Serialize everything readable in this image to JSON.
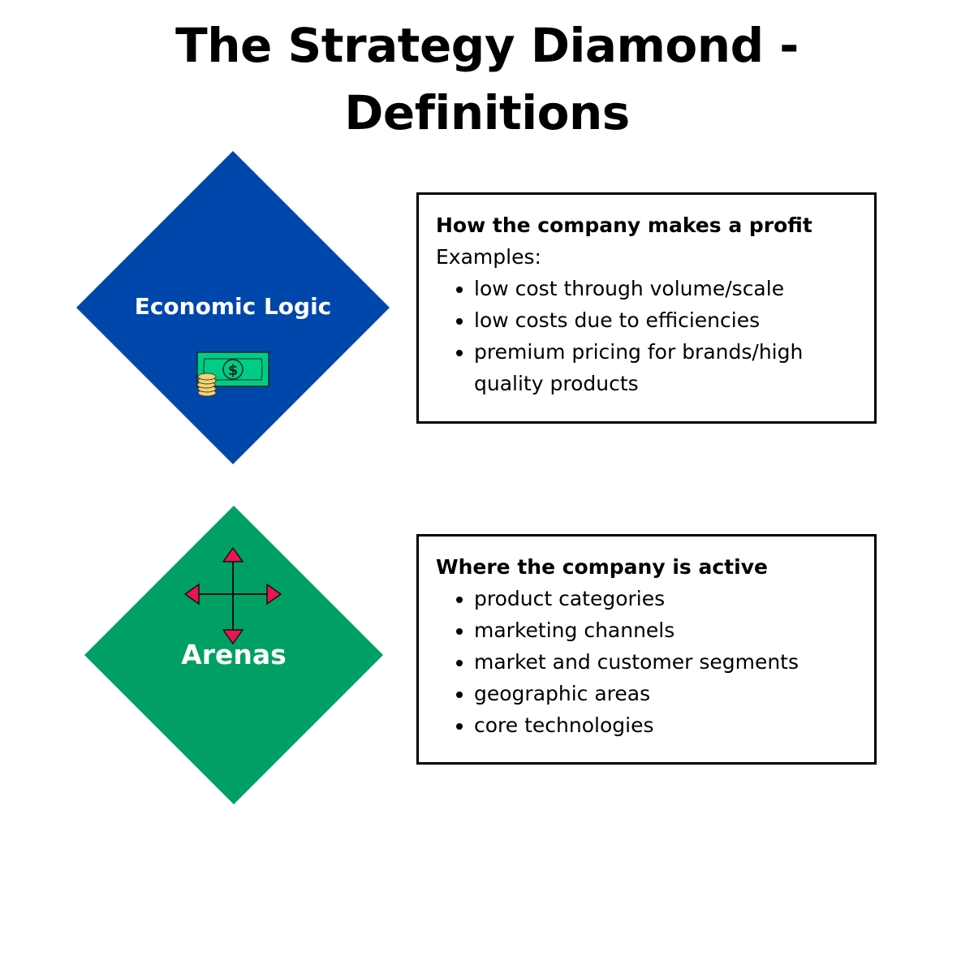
{
  "title": {
    "line1": "The Strategy Diamond -",
    "line2": "Definitions"
  },
  "colors": {
    "economic": "#0047AB",
    "arenas": "#00A064",
    "arrow": "#E8174F",
    "bill": "#00CC88",
    "coin": "#F2D27A"
  },
  "economic_logic": {
    "label": "Economic Logic",
    "icon": "money-icon",
    "heading": "How the company makes a profit",
    "intro": "Examples:",
    "items": [
      "low cost through volume/scale",
      "low costs due to efficiencies",
      "premium pricing for brands/high quality products"
    ]
  },
  "arenas": {
    "label": "Arenas",
    "icon": "four-way-arrows-icon",
    "heading": "Where the company is active",
    "items": [
      "product categories",
      "marketing channels",
      "market and customer segments",
      "geographic areas",
      "core technologies"
    ]
  }
}
